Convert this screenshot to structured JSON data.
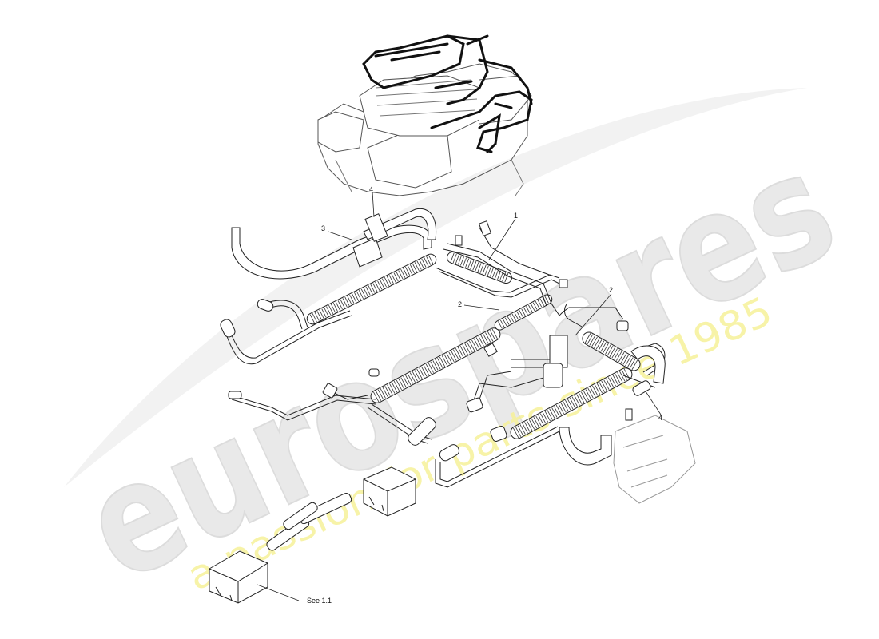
{
  "diagram": {
    "callouts": [
      {
        "id": "c1",
        "label": "1"
      },
      {
        "id": "c2a",
        "label": "2"
      },
      {
        "id": "c2b",
        "label": "2"
      },
      {
        "id": "c3",
        "label": "3"
      },
      {
        "id": "c4a",
        "label": "4"
      },
      {
        "id": "c4b",
        "label": "4"
      }
    ],
    "see_reference": "See 1.1"
  },
  "watermark": {
    "brand": "eurospares",
    "tagline": "a passion for parts since 1985"
  },
  "colors": {
    "line": "#222222",
    "hose_fill": "#ffffff",
    "engine_line": "#555555",
    "watermark": "#e9e9e9",
    "watermark_tagline": "#f6f19a"
  }
}
